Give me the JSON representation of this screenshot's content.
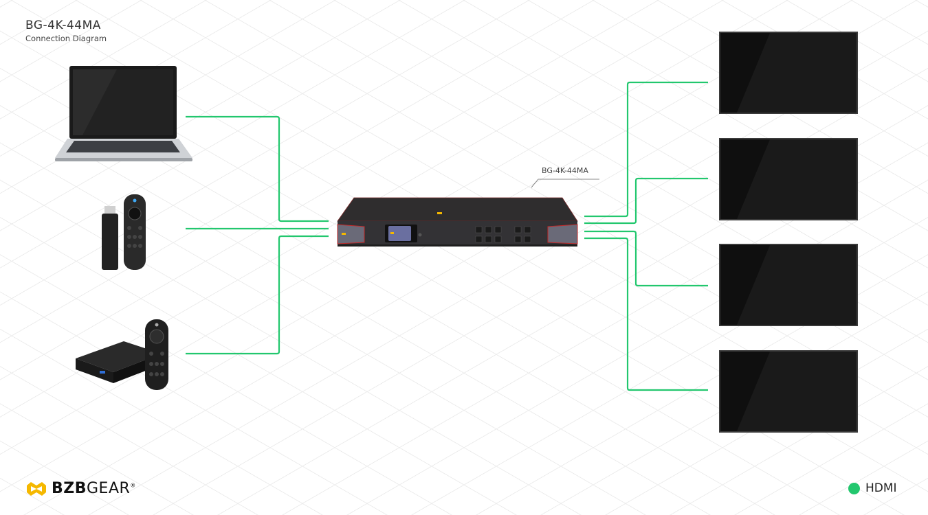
{
  "header": {
    "title": "BG-4K-44MA",
    "subtitle": "Connection Diagram"
  },
  "device": {
    "label": "BG-4K-44MA",
    "brand": "BZBGEAR"
  },
  "sources": [
    {
      "name": "laptop-icon"
    },
    {
      "name": "streaming-stick-icon"
    },
    {
      "name": "media-box-icon"
    }
  ],
  "displays": [
    {
      "name": "display-1"
    },
    {
      "name": "display-2"
    },
    {
      "name": "display-3"
    },
    {
      "name": "display-4"
    }
  ],
  "footer": {
    "brand_bold": "BZB",
    "brand_light": "GEAR",
    "reg": "®"
  },
  "legend": {
    "label": "HDMI",
    "color": "#22c76e"
  },
  "colors": {
    "cable": "#22c76e",
    "accent": "#f5b800",
    "chassis": "#2b2b2d",
    "chassis_trim": "#b3262c"
  }
}
